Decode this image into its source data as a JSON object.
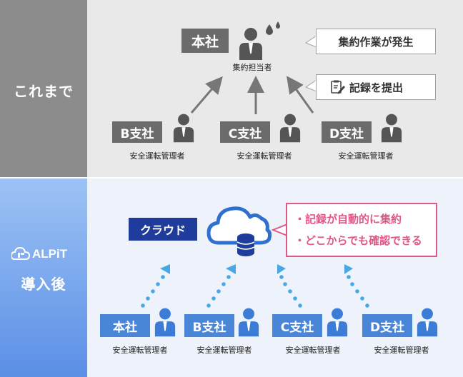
{
  "before": {
    "side_label": "これまで",
    "hq_tag": "本社",
    "hq_caption": "集約担当者",
    "bubble_1": "集約作業が発生",
    "bubble_2": "記録を提出",
    "branches": [
      {
        "tag": "B支社",
        "caption": "安全運転管理者"
      },
      {
        "tag": "C支社",
        "caption": "安全運転管理者"
      },
      {
        "tag": "D支社",
        "caption": "安全運転管理者"
      }
    ]
  },
  "after": {
    "logo_text": "ALPiT",
    "side_label": "導入後",
    "cloud_tag": "クラウド",
    "benefits": [
      "・記録が自動的に集約",
      "・どこからでも確認できる"
    ],
    "offices": [
      {
        "tag": "本社",
        "caption": "安全運転管理者"
      },
      {
        "tag": "B支社",
        "caption": "安全運転管理者"
      },
      {
        "tag": "C支社",
        "caption": "安全運転管理者"
      },
      {
        "tag": "D支社",
        "caption": "安全運転管理者"
      }
    ]
  },
  "colors": {
    "gray_person": "#555555",
    "blue_person": "#3c7bd6",
    "navy": "#1f3b9c",
    "pink": "#e0578a",
    "arrow_gray": "#777777",
    "dots_blue": "#4aa7e6"
  }
}
